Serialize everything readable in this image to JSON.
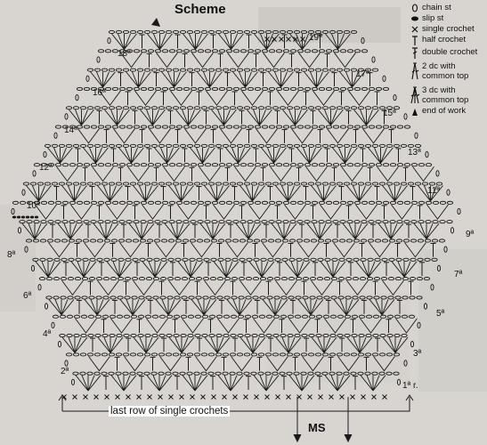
{
  "title": "Scheme",
  "row_labels": {
    "left": [
      "2ª",
      "4ª",
      "6ª",
      "8ª",
      "10ª",
      "12ª",
      "14ª",
      "16ª",
      "18ª"
    ],
    "right": [
      "1ª r.",
      "3ª",
      "5ª",
      "7ª",
      "9ª",
      "11ª",
      "13ª",
      "15ª",
      "17ª",
      "19ª"
    ]
  },
  "legend": [
    {
      "icon": "chain-stitch-icon",
      "label": "chain st"
    },
    {
      "icon": "slip-stitch-icon",
      "label": "slip st"
    },
    {
      "icon": "single-crochet-icon",
      "label": "single crochet"
    },
    {
      "icon": "half-crochet-icon",
      "label": "half crochet"
    },
    {
      "icon": "double-crochet-icon",
      "label": "double crochet"
    },
    {
      "icon": "two-dc-common-top-icon",
      "label": "2 dc with common top"
    },
    {
      "icon": "three-dc-common-top-icon",
      "label": "3 dc with common top"
    },
    {
      "icon": "end-of-work-icon",
      "label": "end of work"
    }
  ],
  "bottom": {
    "last_row_label": "last row of single crochets",
    "ms_label": "MS"
  },
  "colors": {
    "ink": "#1a1a1a",
    "background": "#d9d6d2"
  }
}
